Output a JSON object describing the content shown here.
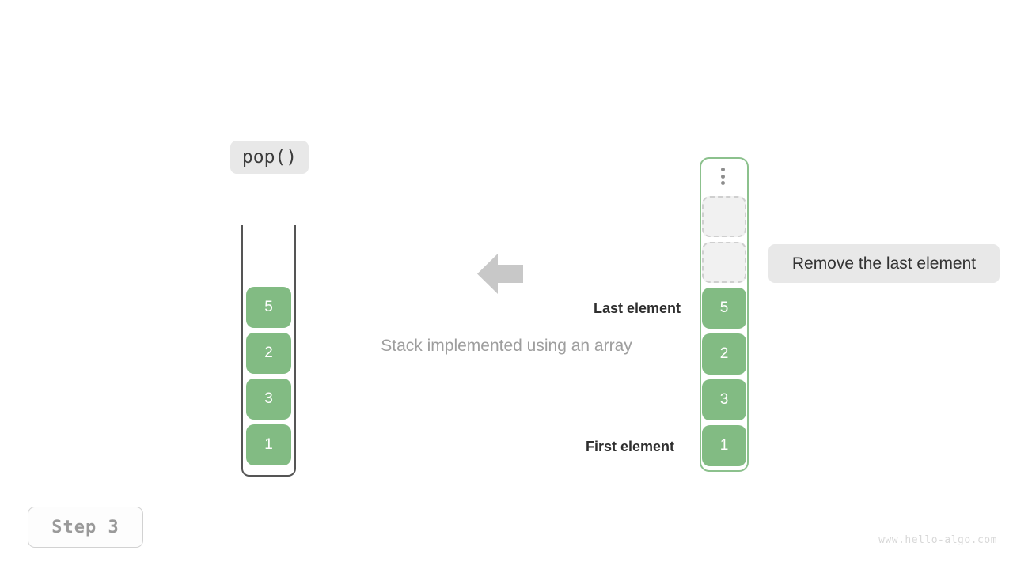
{
  "operation": {
    "label": "pop()"
  },
  "note": {
    "label": "Remove the last element"
  },
  "caption": {
    "text": "Stack implemented using an array"
  },
  "annotations": {
    "last_element": "Last element",
    "first_element": "First element"
  },
  "step": {
    "label": "Step 3"
  },
  "watermark": {
    "text": "www.hello-algo.com"
  },
  "arrow": {
    "icon": "arrow-left-icon",
    "color": "#c8c8c8"
  },
  "stack": {
    "title": "stack-container",
    "cells": [
      {
        "value": "5",
        "state": "filled"
      },
      {
        "value": "2",
        "state": "filled"
      },
      {
        "value": "3",
        "state": "filled"
      },
      {
        "value": "1",
        "state": "filled"
      }
    ]
  },
  "array": {
    "ellipsis_icon": "vertical-ellipsis-icon",
    "border_color": "#8cc18d",
    "cells": [
      {
        "value": "",
        "state": "empty"
      },
      {
        "value": "",
        "state": "empty"
      },
      {
        "value": "5",
        "state": "filled"
      },
      {
        "value": "2",
        "state": "filled"
      },
      {
        "value": "3",
        "state": "filled"
      },
      {
        "value": "1",
        "state": "filled"
      }
    ]
  },
  "colors": {
    "filled_cell": "#82bb83",
    "empty_cell_bg": "#f1f1f1",
    "empty_cell_border": "#cfcfcf",
    "chip_bg": "#e8e8e8",
    "stack_border": "#555555"
  }
}
